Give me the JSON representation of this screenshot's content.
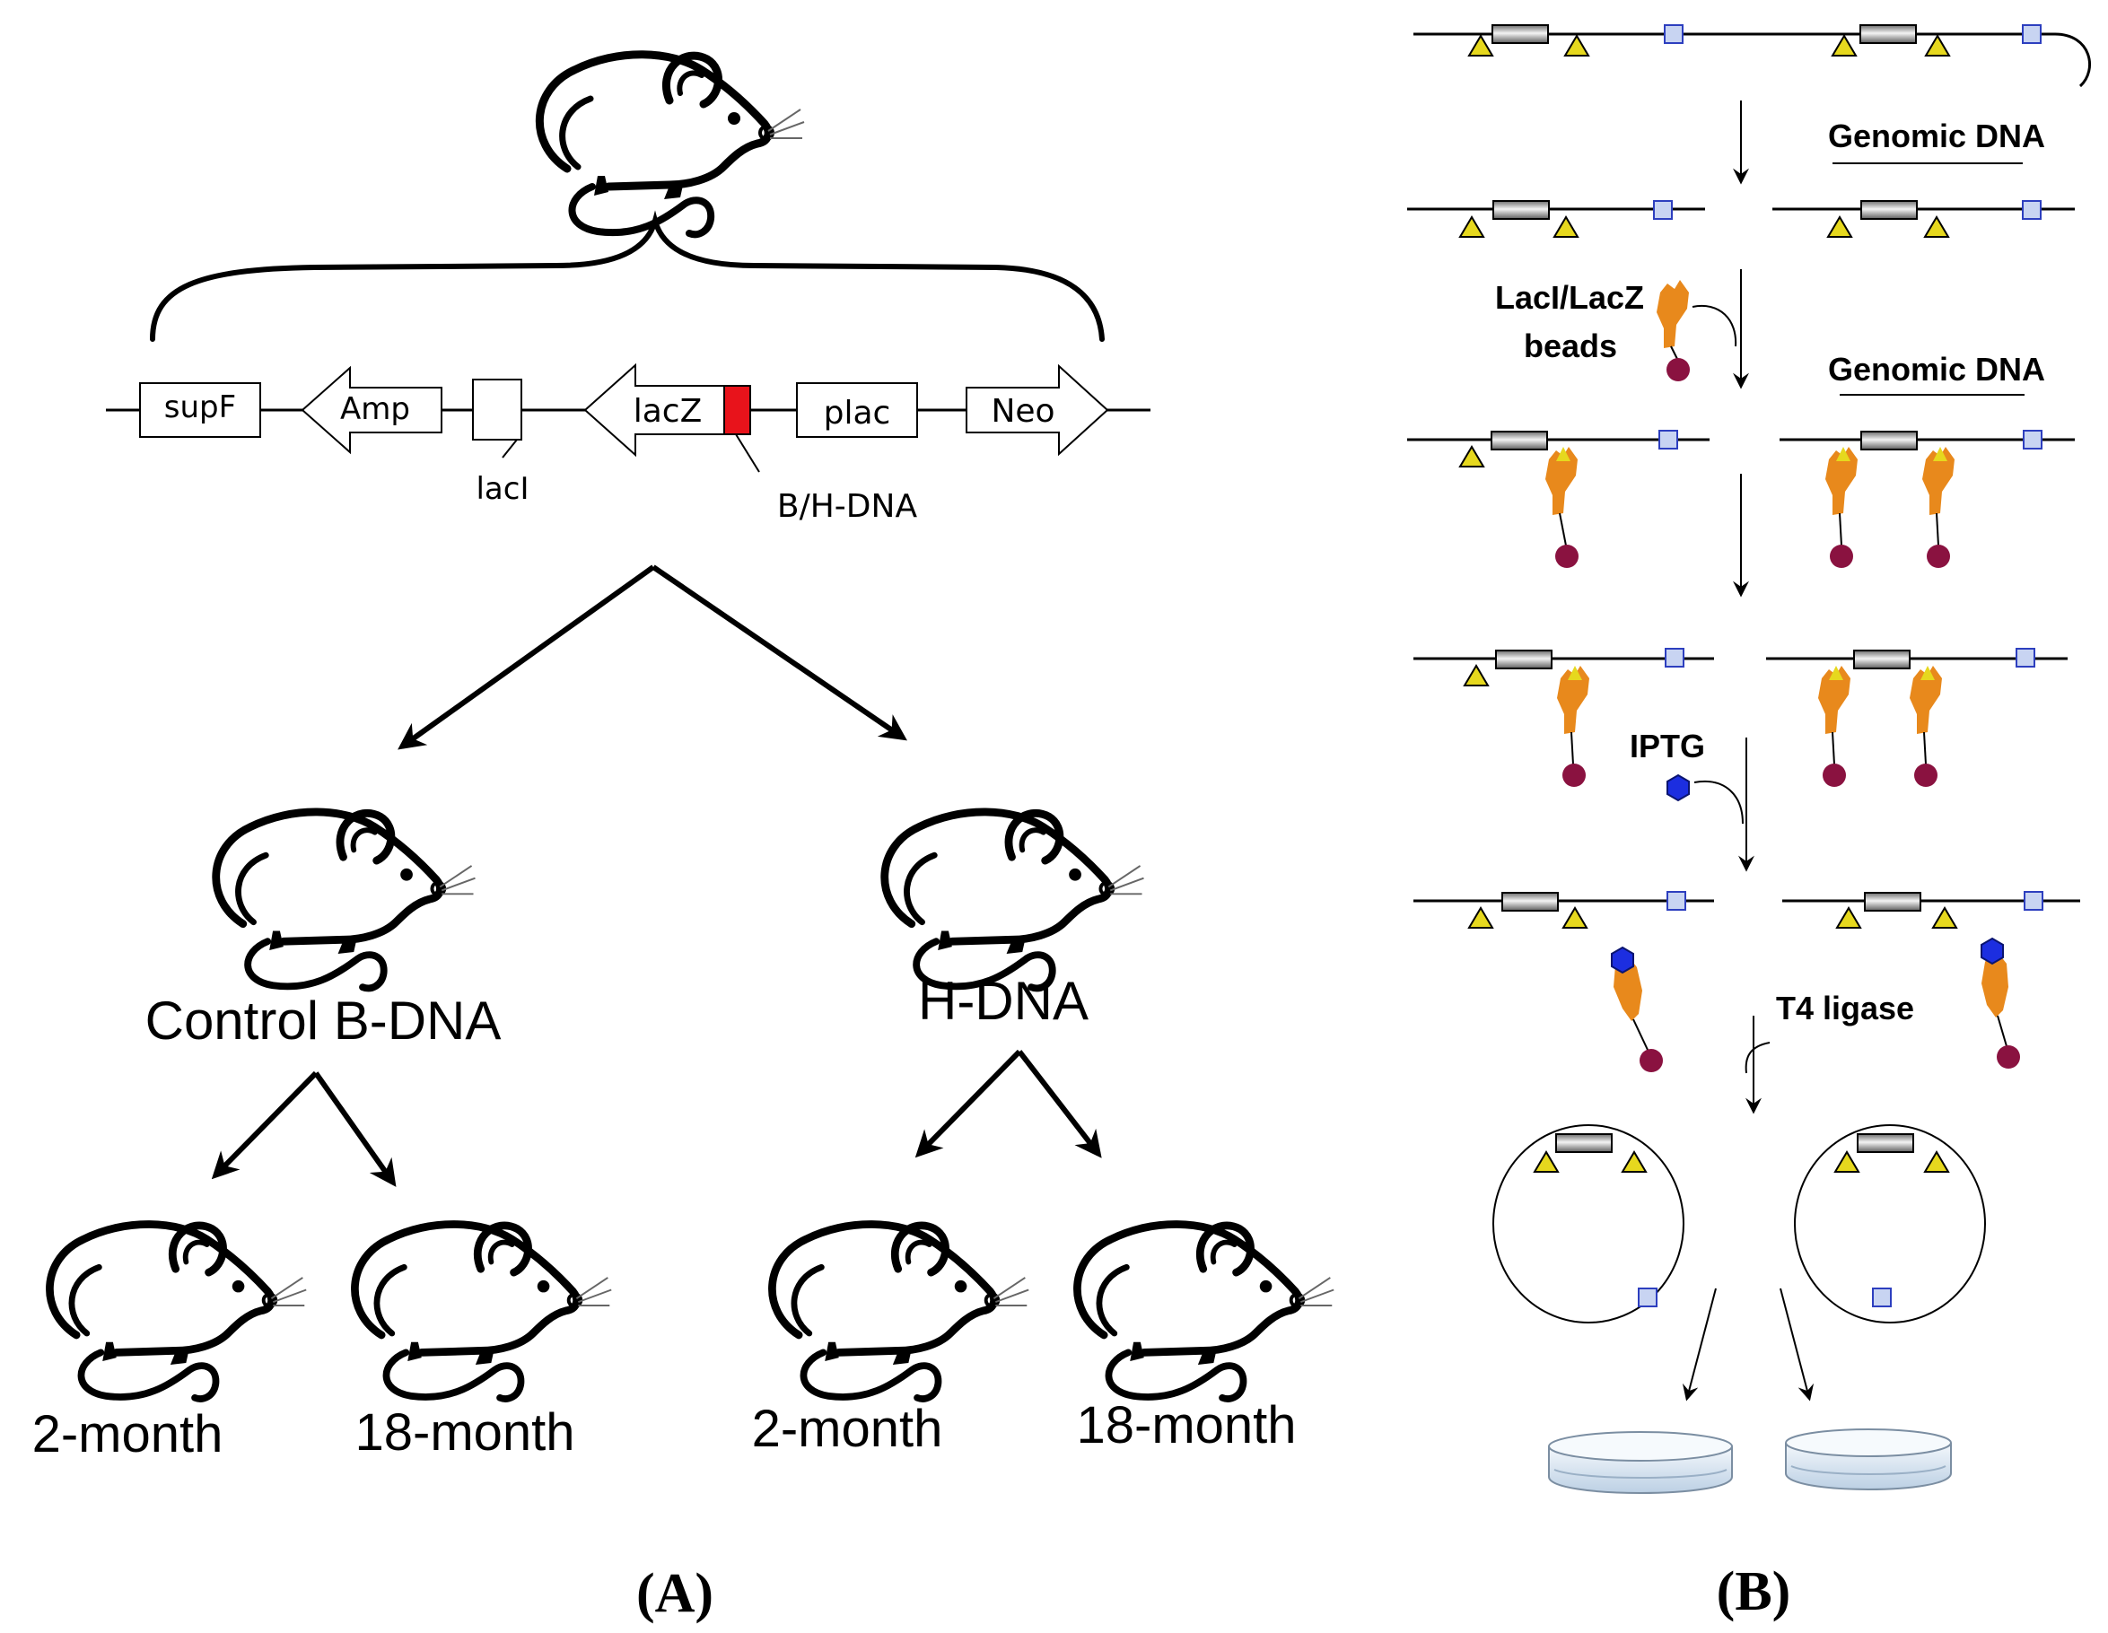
{
  "panel_a": {
    "label": "(A)",
    "construct": {
      "supf": "supF",
      "amp": "Amp",
      "laci": "lacI",
      "lacz": "lacZ",
      "insert": "B/H-DNA",
      "plac": "plac",
      "neo": "Neo"
    },
    "groups": {
      "control": "Control B-DNA",
      "hdna": "H-DNA"
    },
    "ages": {
      "control_young": "2-month",
      "control_old": "18-month",
      "hdna_young": "2-month",
      "hdna_old": "18-month"
    }
  },
  "panel_b": {
    "label": "(B)",
    "steps": {
      "genomic_1": "Genomic DNA",
      "beads_line1": "LacI/LacZ",
      "beads_line2": "beads",
      "genomic_2": "Genomic DNA",
      "iptg": "IPTG",
      "ligase": "T4 ligase"
    }
  },
  "colors": {
    "triangle": "#e6d81e",
    "square": "#c8d4f2",
    "square_edge": "#2d3fbf",
    "bead": "#8a1240",
    "repressor": "#e8891c",
    "iptg": "#1c2ee0",
    "insert": "#e8131b"
  }
}
